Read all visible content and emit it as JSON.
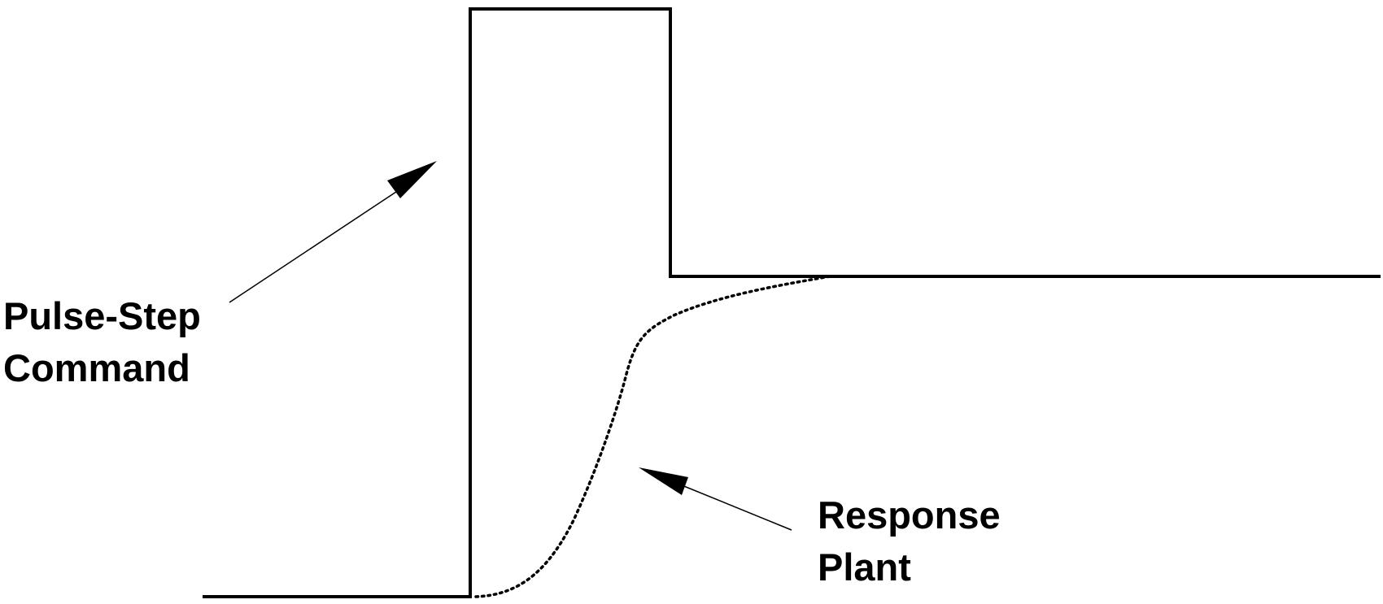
{
  "labels": {
    "pulse_step": {
      "line1": "Pulse-Step",
      "line2": "Command"
    },
    "response": {
      "line1": "Response",
      "line2": "Plant"
    }
  },
  "style": {
    "ink": "#000000",
    "background": "#ffffff"
  }
}
